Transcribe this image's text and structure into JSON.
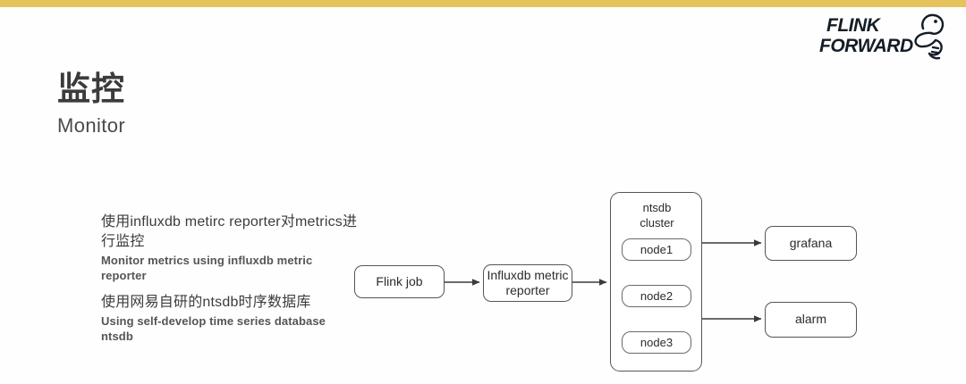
{
  "theme": {
    "accent_bar_color": "#e6c25d",
    "background_color": "#fefefe",
    "text_color": "#3b3b3b",
    "logo_color": "#141d26",
    "node_border_color": "#555555"
  },
  "logo": {
    "line1": "FLINK",
    "line2": "FORWARD",
    "mark": "squirrel-icon"
  },
  "heading": {
    "cn": "监控",
    "en": "Monitor"
  },
  "notes": [
    {
      "cn": "使用influxdb metirc reporter对metrics进行监控",
      "en": "Monitor metrics using influxdb metric reporter"
    },
    {
      "cn": "使用网易自研的ntsdb时序数据库",
      "en": "Using  self-develop time series database ntsdb"
    }
  ],
  "diagram": {
    "nodes": {
      "flink_job": "Flink job",
      "reporter": "Influxdb metric reporter",
      "grafana": "grafana",
      "alarm": "alarm"
    },
    "cluster": {
      "title_line1": "ntsdb",
      "title_line2": "cluster",
      "members": [
        "node1",
        "node2",
        "node3"
      ]
    },
    "edges": [
      {
        "from": "Flink job",
        "to": "Influxdb metric reporter"
      },
      {
        "from": "Influxdb metric reporter",
        "to": "ntsdb cluster"
      },
      {
        "from": "ntsdb cluster",
        "to": "grafana"
      },
      {
        "from": "ntsdb cluster",
        "to": "alarm"
      }
    ]
  }
}
